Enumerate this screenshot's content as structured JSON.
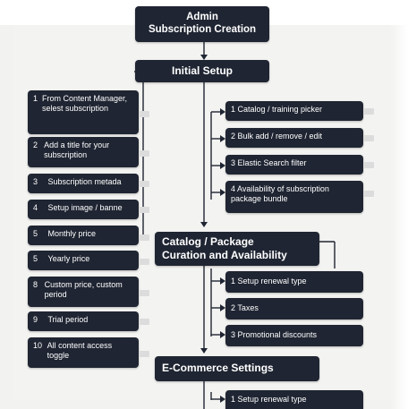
{
  "title": {
    "line1": "Admin",
    "line2": "Subscription Creation"
  },
  "sections": {
    "initial_setup": "Initial Setup",
    "catalog_line1": "Catalog / Package",
    "catalog_line2": "Curation and Availability",
    "ecommerce": "E-Commerce Settings"
  },
  "left_items": [
    {
      "num": "1",
      "text": "From Content Manager, selest subscription"
    },
    {
      "num": "2",
      "text": "Add a title for your subscription"
    },
    {
      "num": "3",
      "text": "Subscription metada"
    },
    {
      "num": "4",
      "text": "Setup image / banne"
    },
    {
      "num": "5",
      "text": "Monthly price"
    },
    {
      "num": "5",
      "text": "Yearly price"
    },
    {
      "num": "8",
      "text": "Custom price, custom period"
    },
    {
      "num": "9",
      "text": "Trial period"
    },
    {
      "num": "10",
      "text": "All content access toggle"
    }
  ],
  "catalog_items": [
    {
      "text": "1 Catalog / training picker"
    },
    {
      "text": "2 Bulk add / remove / edit"
    },
    {
      "text": "3 Elastic Search filter"
    },
    {
      "text": "4 Availability of subscription package bundle"
    }
  ],
  "curation_items": [
    {
      "text": "1 Setup renewal type"
    },
    {
      "text": "2 Taxes"
    },
    {
      "text": "3 Promotional discounts"
    }
  ],
  "ecommerce_items": [
    {
      "text": "1 Setup renewal type"
    }
  ],
  "colors": {
    "box": "#1f2532",
    "connector": "#1f2532",
    "tab": "#dcdcdc",
    "background": "#f3f3f1"
  }
}
